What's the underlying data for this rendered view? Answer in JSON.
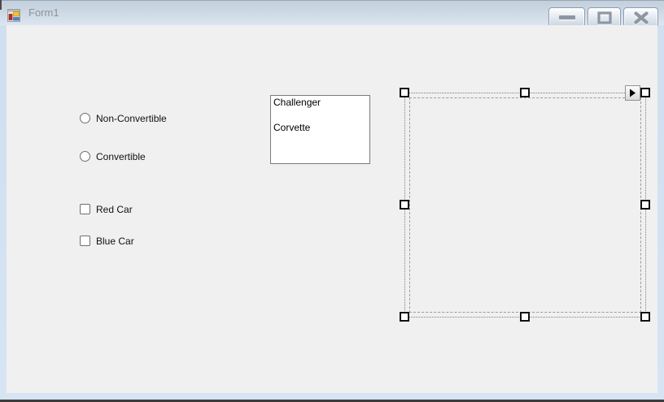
{
  "window": {
    "title": "Form1",
    "icon": "winforms-form-icon",
    "buttons": {
      "minimize": "minimize-icon",
      "maximize": "maximize-icon",
      "close": "close-icon"
    }
  },
  "form": {
    "radios": [
      {
        "label": "Non-Convertible",
        "checked": false
      },
      {
        "label": "Convertible",
        "checked": false
      }
    ],
    "checkboxes": [
      {
        "label": "Red Car",
        "checked": false
      },
      {
        "label": "Blue Car",
        "checked": false
      }
    ],
    "listbox": {
      "items": [
        "Challenger",
        "",
        "Corvette"
      ]
    }
  },
  "designer": {
    "selected_control": "picturebox",
    "smart_tag_icon": "smart-tag-arrow-icon",
    "handle_count": 8
  },
  "colors": {
    "titlebar_top": "#c3cfdb",
    "titlebar_bottom": "#dbe6f2",
    "frame_blue": "#cfdfef",
    "client_bg": "#f0f0f0",
    "title_text": "#8d939b",
    "selection_dotted": "#7f7f7f",
    "selection_dashed": "#9b9b9b",
    "listbox_border": "#7b7b7b",
    "glyph_gray": "#8e96a3"
  }
}
